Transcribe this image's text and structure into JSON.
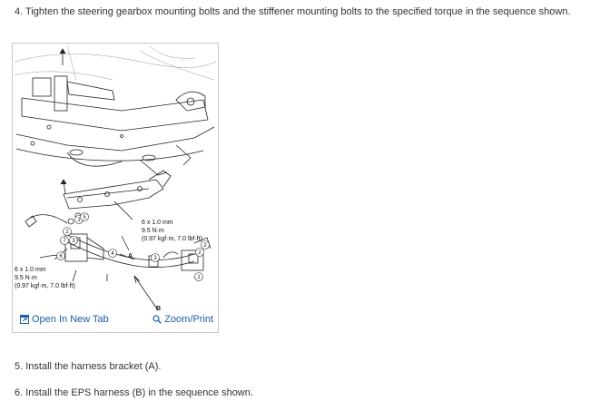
{
  "steps": {
    "step4": "4. Tighten the steering gearbox mounting bolts and the stiffener mounting bolts to the specified torque in the sequence shown.",
    "step5": "5. Install the harness bracket (A).",
    "step6": "6. Install the EPS harness (B) in the sequence shown."
  },
  "figure": {
    "callout_right": {
      "line1": "6 x 1.0 mm",
      "line2": "9.5 N·m",
      "line3": "(0.97 kgf·m, 7.0 lbf·ft)"
    },
    "callout_left": {
      "line1": "6 x 1.0 mm",
      "line2": "9.5 N·m",
      "line3": "(0.97 kgf·m, 7.0 lbf·ft)"
    },
    "label_a": "A",
    "label_b": "B",
    "sequence_numbers": [
      "1",
      "2",
      "3",
      "4",
      "5",
      "6",
      "7",
      "2",
      "1"
    ],
    "links": {
      "open_tab": "Open In New Tab",
      "zoom_print": "Zoom/Print"
    },
    "icons": {
      "open_tab": "open-in-new-tab-icon",
      "zoom": "magnifier-icon"
    },
    "link_color": "#1a5ea8"
  }
}
